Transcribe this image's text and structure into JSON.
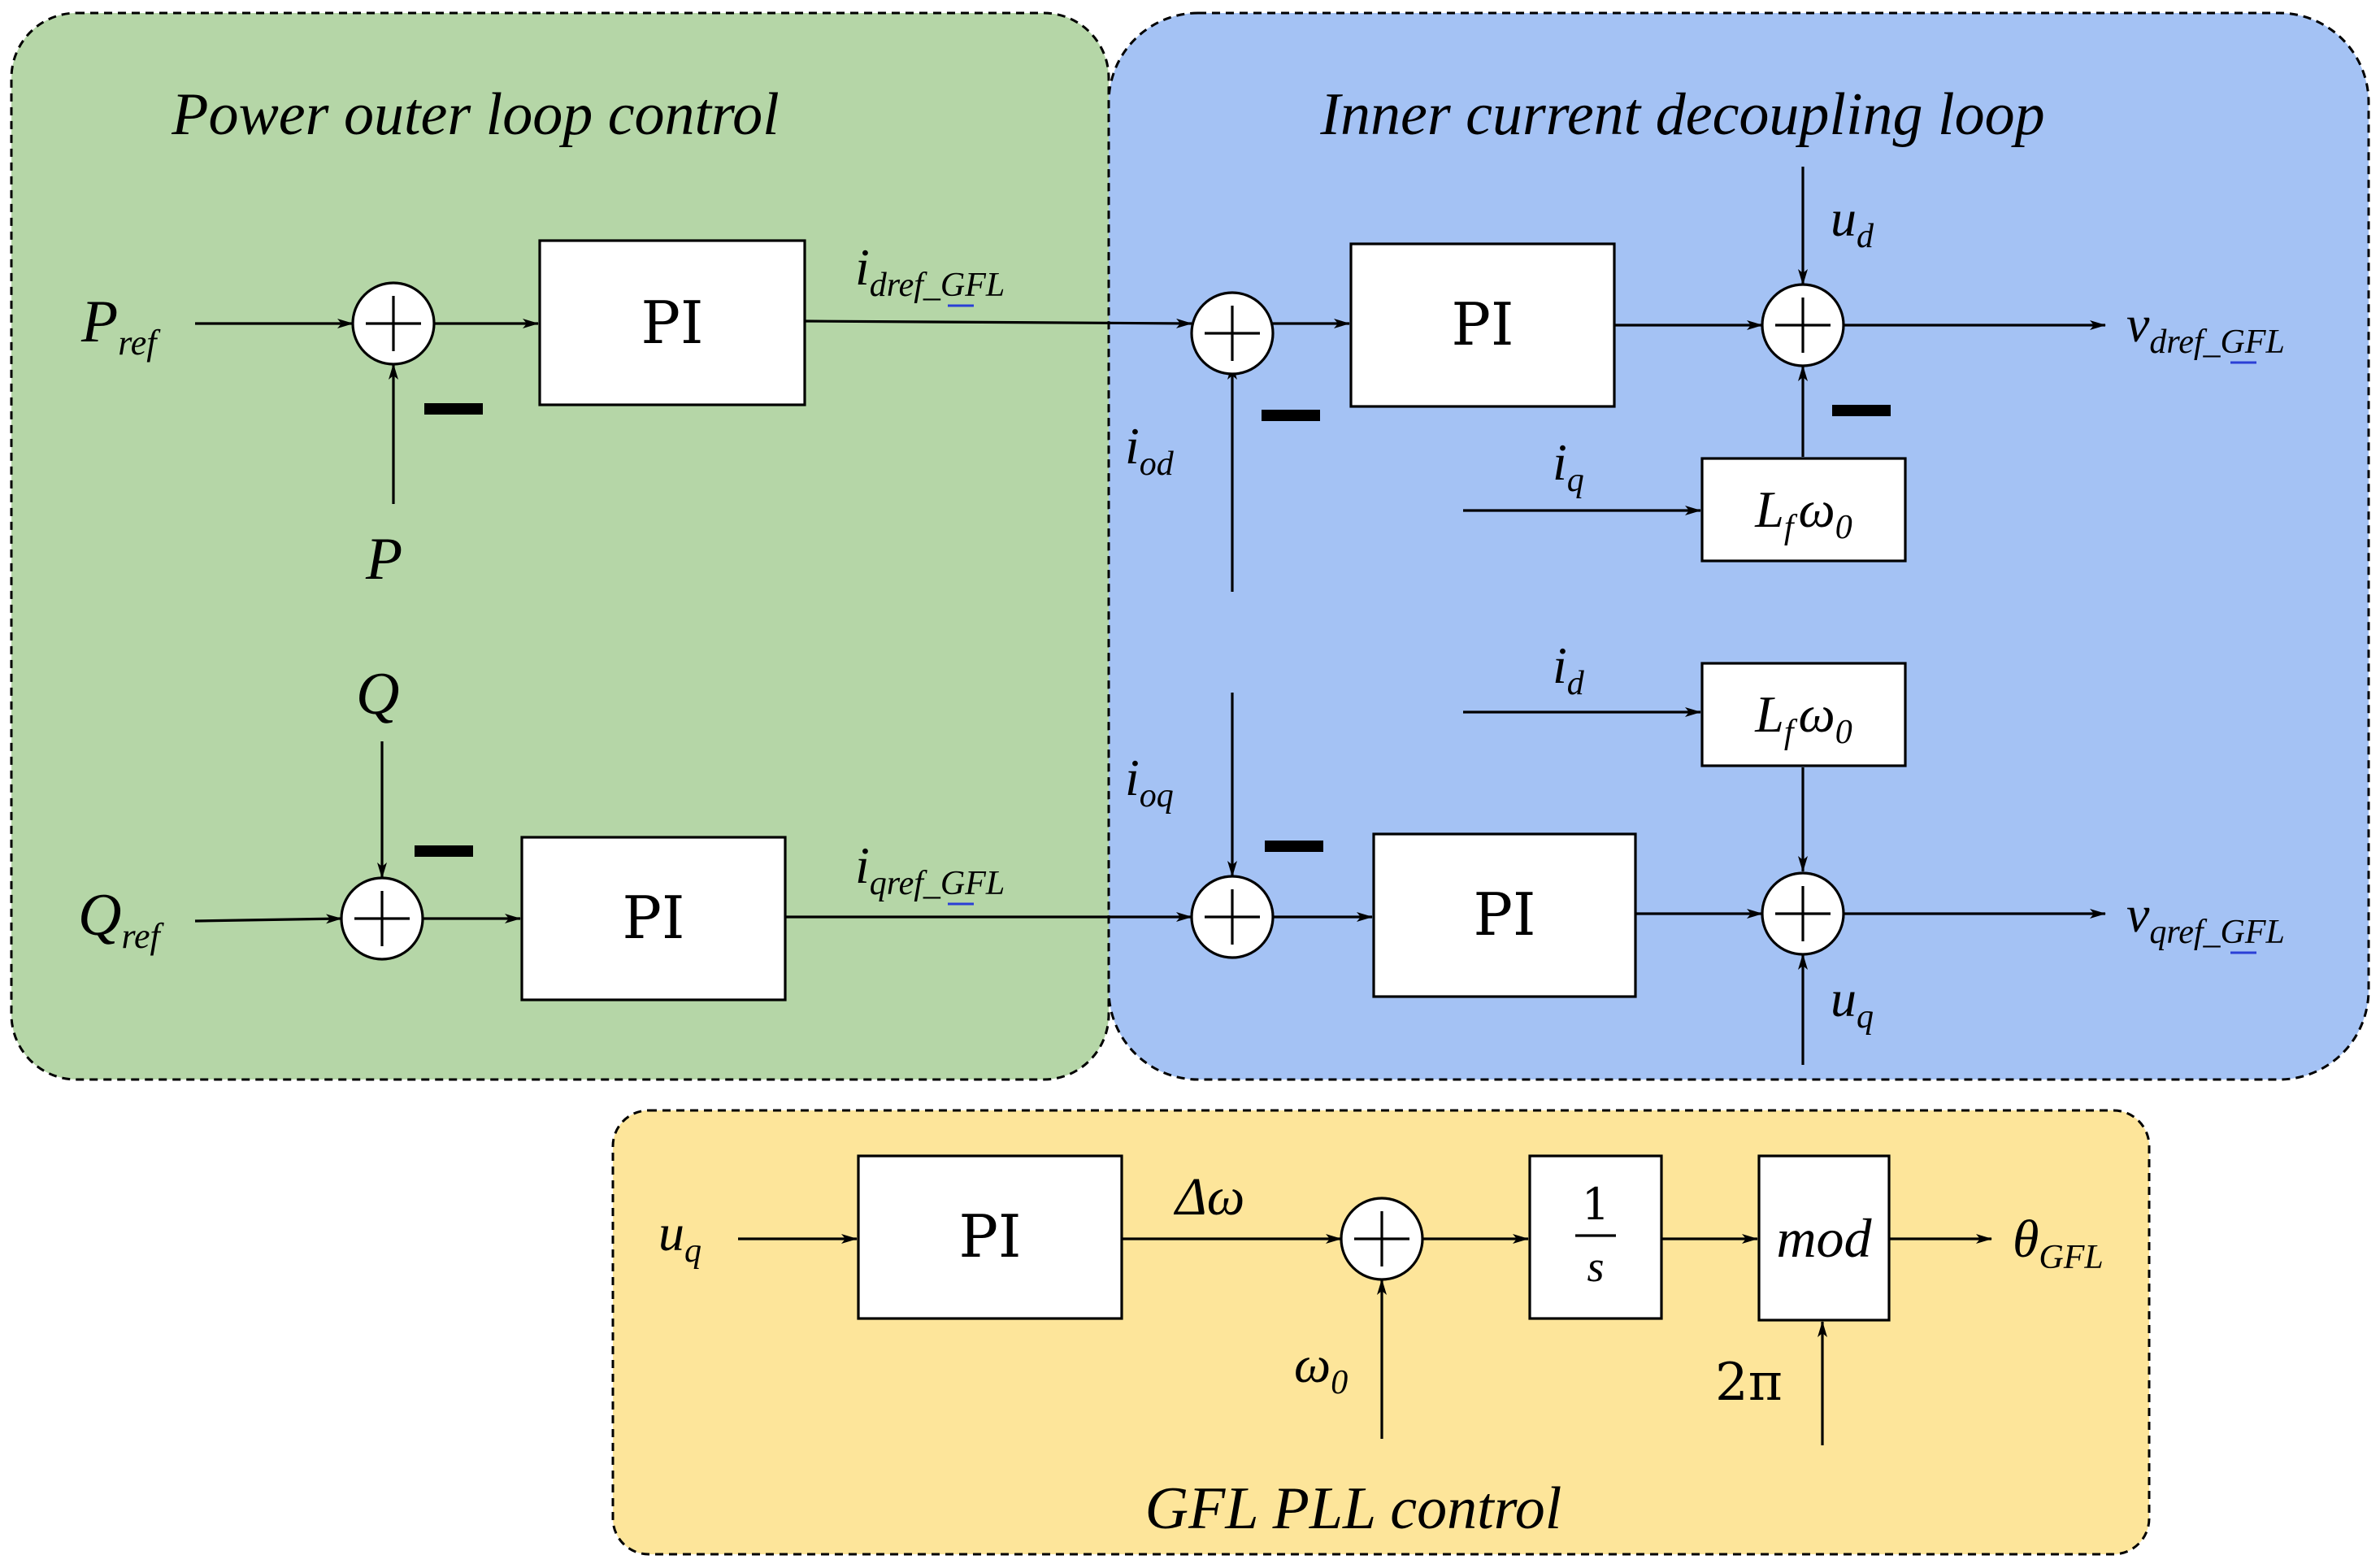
{
  "regions": {
    "power_outer": {
      "title": "Power outer loop control",
      "fill": "#b5d6a7"
    },
    "inner_current": {
      "title": "Inner current decoupling loop",
      "fill": "#a4c2f4"
    },
    "pll": {
      "title": "GFL PLL control",
      "fill": "#fde59a"
    }
  },
  "blocks": {
    "pi_d_outer": "PI",
    "pi_q_outer": "PI",
    "pi_d_inner": "PI",
    "pi_q_inner": "PI",
    "pi_pll": "PI",
    "lfw_top": {
      "main": "L",
      "sub": "f",
      "tail": "ω",
      "tail_sub": "0"
    },
    "lfw_bottom": {
      "main": "L",
      "sub": "f",
      "tail": "ω",
      "tail_sub": "0"
    },
    "integrator": {
      "num": "1",
      "den": "s"
    },
    "mod": "mod"
  },
  "signals": {
    "p_ref": {
      "main": "P",
      "sub": "ref"
    },
    "p": {
      "main": "P",
      "sub": ""
    },
    "q": {
      "main": "Q",
      "sub": ""
    },
    "q_ref": {
      "main": "Q",
      "sub": "ref"
    },
    "idref": {
      "main": "i",
      "sub": "dref_GFL"
    },
    "iqref": {
      "main": "i",
      "sub": "qref_GFL"
    },
    "ud": {
      "main": "u",
      "sub": "d"
    },
    "uq_inner": {
      "main": "u",
      "sub": "q"
    },
    "iod": {
      "main": "i",
      "sub": "od"
    },
    "ioq": {
      "main": "i",
      "sub": "oq"
    },
    "iq": {
      "main": "i",
      "sub": "q"
    },
    "id": {
      "main": "i",
      "sub": "d"
    },
    "vdref": {
      "main": "v",
      "sub": "dref_GFL"
    },
    "vqref": {
      "main": "v",
      "sub": "qref_GFL"
    },
    "uq_pll": {
      "main": "u",
      "sub": "q"
    },
    "delta_omega": "Δω",
    "omega0": {
      "main": "ω",
      "sub": "0"
    },
    "two_pi": "2π",
    "theta": {
      "main": "θ",
      "sub": "GFL"
    }
  },
  "colors": {
    "stroke": "#000000",
    "block_fill": "#ffffff",
    "underscore_accent": "#2a3fd6"
  }
}
